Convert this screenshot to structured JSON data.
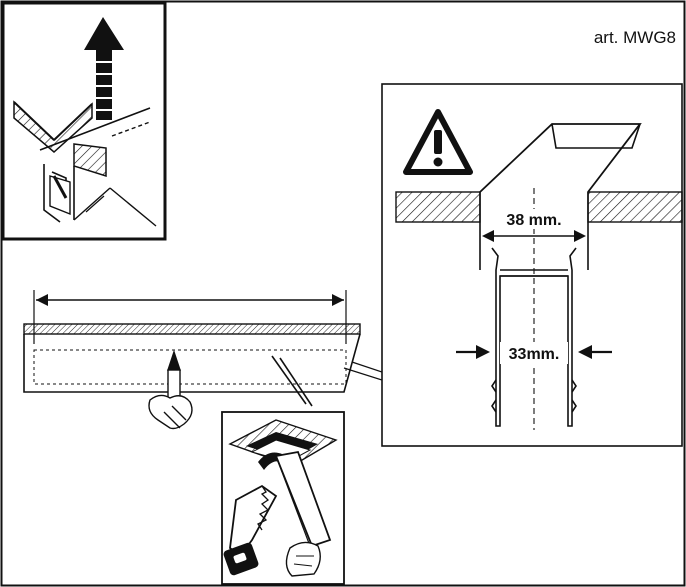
{
  "article_code": "art. MWG8",
  "dimensions": {
    "outer_width": "38 mm.",
    "inner_width": "33mm."
  },
  "icons": {
    "warning": "warning-triangle-icon",
    "saw": "hand-saw-icon",
    "pencil": "pencil-icon",
    "up_arrow": "up-arrow-icon"
  },
  "colors": {
    "ink": "#111111",
    "paper": "#ffffff"
  }
}
